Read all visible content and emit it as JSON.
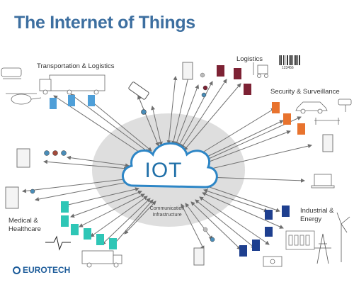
{
  "title": "The Internet of Things",
  "center": {
    "label": "IOT",
    "sublabel": "Communication\nInfrastructure"
  },
  "categories": {
    "transportation": "Transportation & Logistics",
    "logistics": "Logistics",
    "security": "Security & Surveillance",
    "industrial": "Industrial &\nEnergy",
    "medical": "Medical &\nHealthcare"
  },
  "barcode_number": "123456",
  "logo": "EUROTECH",
  "colors": {
    "title": "#3d6fa0",
    "cloud_outline": "#2d86c6",
    "ellipse": "#d9d9d9",
    "transport_blocks": "#4f9fd8",
    "logistics_blocks": "#7d2234",
    "security_blocks": "#e8732e",
    "industrial_blocks": "#1e3f8f",
    "medical_blocks": "#2ec6b6",
    "arrow": "#6e6e6e"
  }
}
